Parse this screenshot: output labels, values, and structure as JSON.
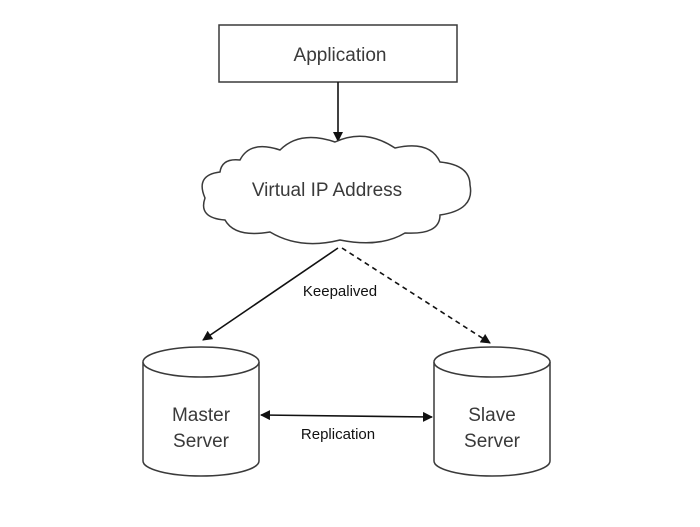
{
  "diagram": {
    "nodes": {
      "application": {
        "label": "Application"
      },
      "vip": {
        "label": "Virtual IP Address"
      },
      "master": {
        "line1": "Master",
        "line2": "Server"
      },
      "slave": {
        "line1": "Slave",
        "line2": "Server"
      }
    },
    "edges": {
      "keepalived": {
        "label": "Keepalived"
      },
      "replication": {
        "label": "Replication"
      }
    }
  }
}
